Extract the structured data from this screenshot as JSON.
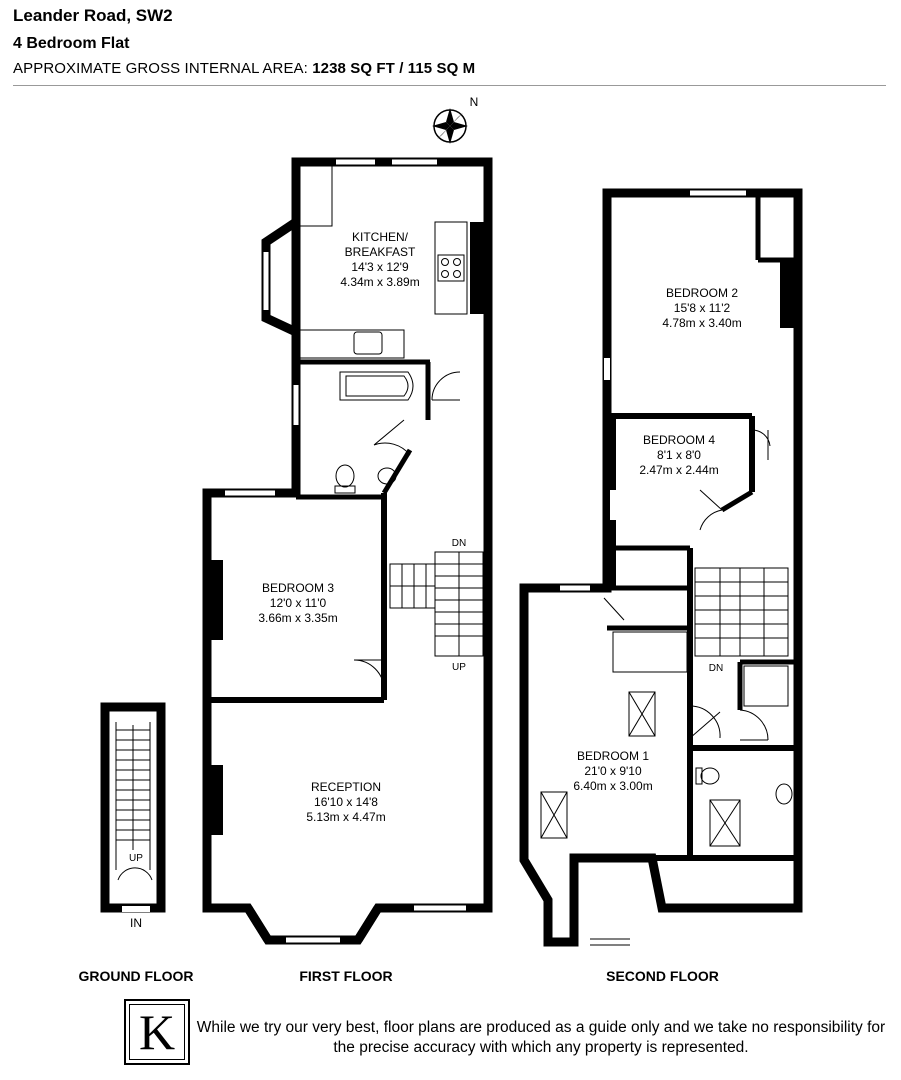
{
  "header": {
    "title": "Leander Road, SW2",
    "subtitle": "4 Bedroom Flat",
    "area_label": "APPROXIMATE GROSS INTERNAL AREA:",
    "area_value": "1238 SQ FT / 115 SQ M"
  },
  "compass": {
    "label": "N"
  },
  "rooms": {
    "kitchen": {
      "name1": "KITCHEN/",
      "name2": "BREAKFAST",
      "imperial": "14'3 x 12'9",
      "metric": "4.34m x 3.89m"
    },
    "bedroom3": {
      "name": "BEDROOM 3",
      "imperial": "12'0 x 11'0",
      "metric": "3.66m x 3.35m"
    },
    "reception": {
      "name": "RECEPTION",
      "imperial": "16'10 x 14'8",
      "metric": "5.13m x 4.47m"
    },
    "bedroom2": {
      "name": "BEDROOM 2",
      "imperial": "15'8 x 11'2",
      "metric": "4.78m x 3.40m"
    },
    "bedroom4": {
      "name": "BEDROOM 4",
      "imperial": "8'1 x 8'0",
      "metric": "2.47m x 2.44m"
    },
    "bedroom1": {
      "name": "BEDROOM 1",
      "imperial": "21'0 x 9'10",
      "metric": "6.40m x 3.00m"
    }
  },
  "stair_labels": {
    "ground_up": "UP",
    "ground_in": "IN",
    "first_dn": "DN",
    "first_up": "UP",
    "second_dn": "DN"
  },
  "floors": {
    "ground": "GROUND FLOOR",
    "first": "FIRST FLOOR",
    "second": "SECOND FLOOR"
  },
  "logo": {
    "letter": "K"
  },
  "disclaimer": "While we try our very best, floor plans are produced as a guide only and we take no responsibility for the precise accuracy with which any property is represented."
}
